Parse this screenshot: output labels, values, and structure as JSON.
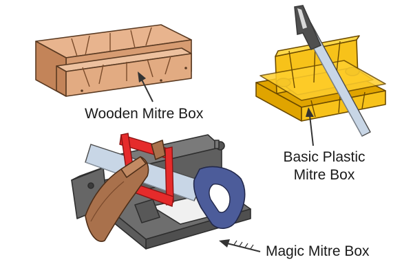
{
  "labels": {
    "wooden": "Wooden Mitre Box",
    "plastic_line1": "Basic Plastic",
    "plastic_line2": "Mitre Box",
    "magic": "Magic Mitre Box"
  },
  "colors": {
    "wood_light": "#E8B48E",
    "wood_mid": "#D79C72",
    "wood_dark": "#C38459",
    "plastic_yellow": "#F7C21A",
    "plastic_shade": "#E0A400",
    "metal_grey": "#6E6E6E",
    "metal_dark": "#4F4F4F",
    "saw_blade": "#C8D6E6",
    "frame_red": "#E52B2B",
    "handle_blue": "#4C5C9A",
    "moulding": "#A9714C",
    "arrow": "#333333"
  },
  "icons": {
    "wooden_box": "wooden-mitre-box-illustration",
    "plastic_box": "plastic-mitre-box-illustration",
    "magic_box": "magic-mitre-box-illustration",
    "pointer": "arrow-icon"
  }
}
